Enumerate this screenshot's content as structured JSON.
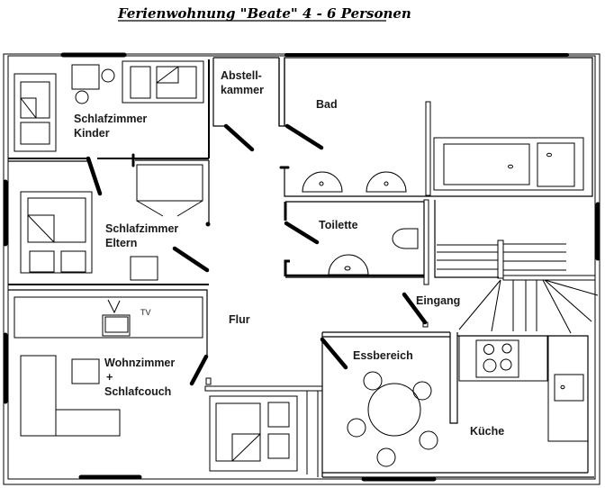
{
  "title": "Ferienwohnung \"Beate\" 4 - 6 Personen",
  "rooms": {
    "kinder": {
      "line1": "Schlafzimmer",
      "line2": "Kinder"
    },
    "abstell": {
      "line1": "Abstell-",
      "line2": "kammer"
    },
    "bad": "Bad",
    "eltern": {
      "line1": "Schlafzimmer",
      "line2": "Eltern"
    },
    "toilette": "Toilette",
    "eingang": "Eingang",
    "flur": "Flur",
    "wohn": {
      "line1": "Wohnzimmer",
      "line2": "+",
      "line3": "Schlafcouch"
    },
    "ess": "Essbereich",
    "kueche": "Küche"
  },
  "furniture_labels": {
    "tv": "TV"
  }
}
